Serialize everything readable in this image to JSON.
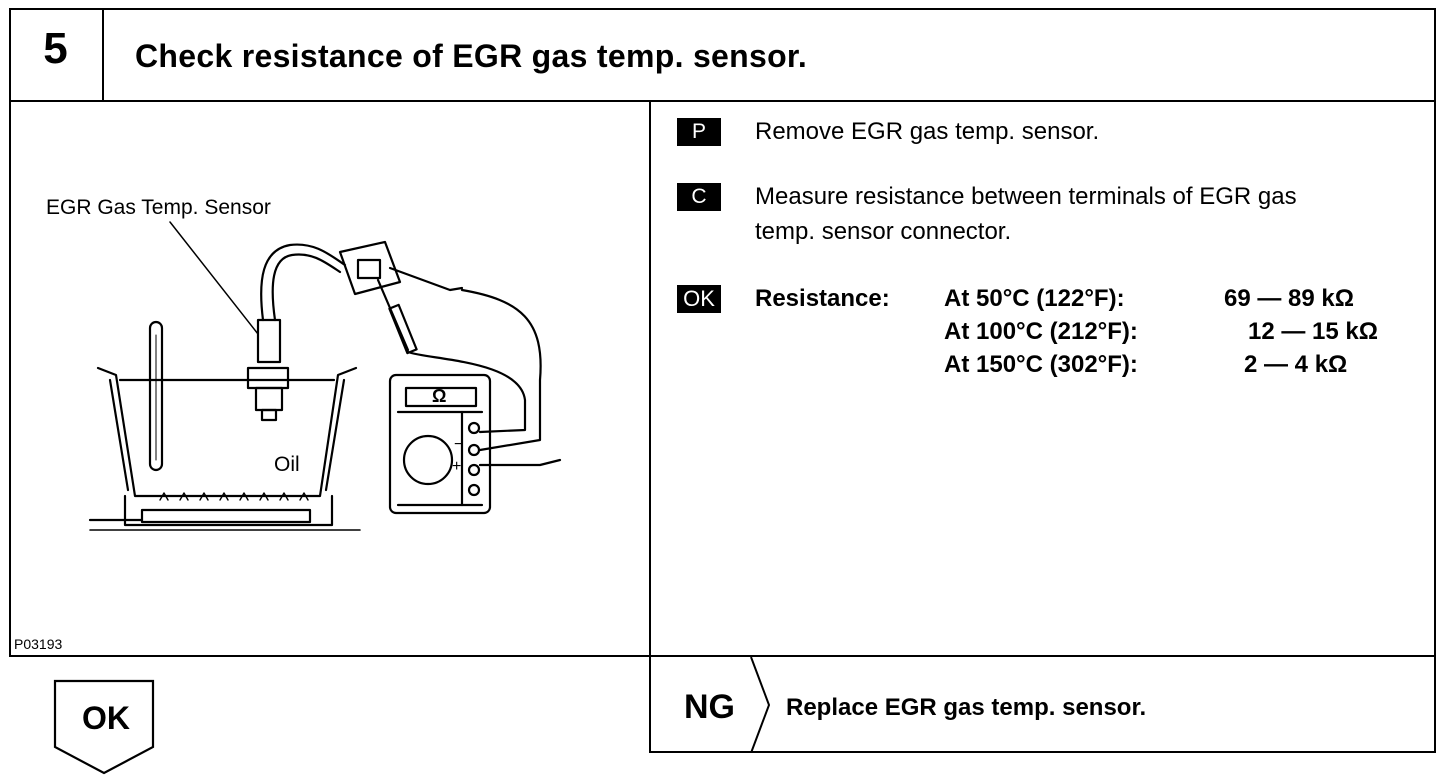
{
  "step": {
    "number": "5",
    "title": "Check resistance of EGR gas temp. sensor."
  },
  "figure": {
    "sensor_label": "EGR Gas Temp. Sensor",
    "oil_label": "Oil",
    "meter_symbol": "Ω",
    "minus": "−",
    "plus": "+",
    "figure_id": "P03193"
  },
  "instructions": [
    {
      "badge": "P",
      "text_lines": [
        "Remove EGR gas temp. sensor."
      ]
    },
    {
      "badge": "C",
      "text_lines": [
        "Measure resistance between terminals of EGR gas",
        "temp. sensor connector."
      ]
    }
  ],
  "ok_spec": {
    "badge": "OK",
    "label": "Resistance:",
    "rows": [
      {
        "condition": "At 50°C (122°F):",
        "value": "69 — 89 kΩ"
      },
      {
        "condition": "At 100°C (212°F):",
        "value": "12 — 15 kΩ"
      },
      {
        "condition": "At 150°C (302°F):",
        "value": "2 — 4 kΩ"
      }
    ]
  },
  "result": {
    "ok_label": "OK",
    "ng_label": "NG",
    "ng_action": "Replace EGR gas temp. sensor."
  }
}
